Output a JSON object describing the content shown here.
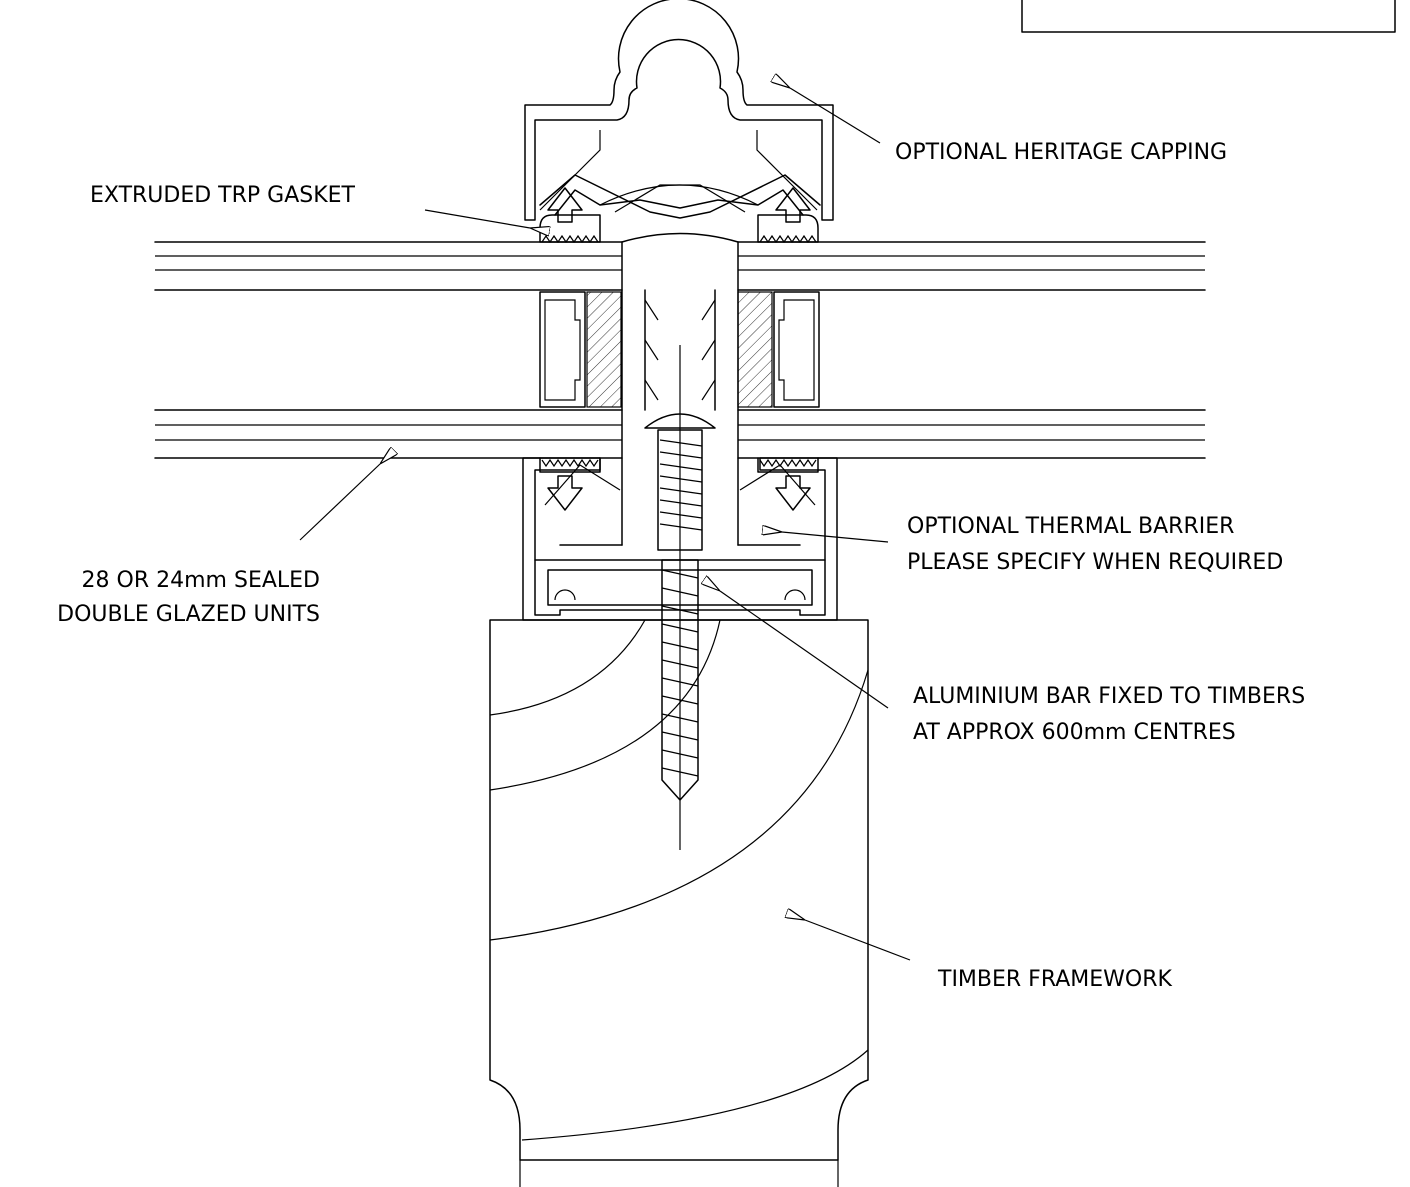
{
  "labels": {
    "heritage_capping": "OPTIONAL HERITAGE CAPPING",
    "gasket": "EXTRUDED TRP GASKET",
    "thermal_barrier_line1": "OPTIONAL THERMAL BARRIER",
    "thermal_barrier_line2": "PLEASE SPECIFY WHEN REQUIRED",
    "glazed_units_line1": "28 OR 24mm SEALED",
    "glazed_units_line2": "DOUBLE GLAZED UNITS",
    "aluminium_bar_line1": "ALUMINIUM BAR FIXED TO TIMBERS",
    "aluminium_bar_line2": "AT APPROX 600mm CENTRES",
    "timber_framework": "TIMBER FRAMEWORK"
  },
  "title_box": ""
}
